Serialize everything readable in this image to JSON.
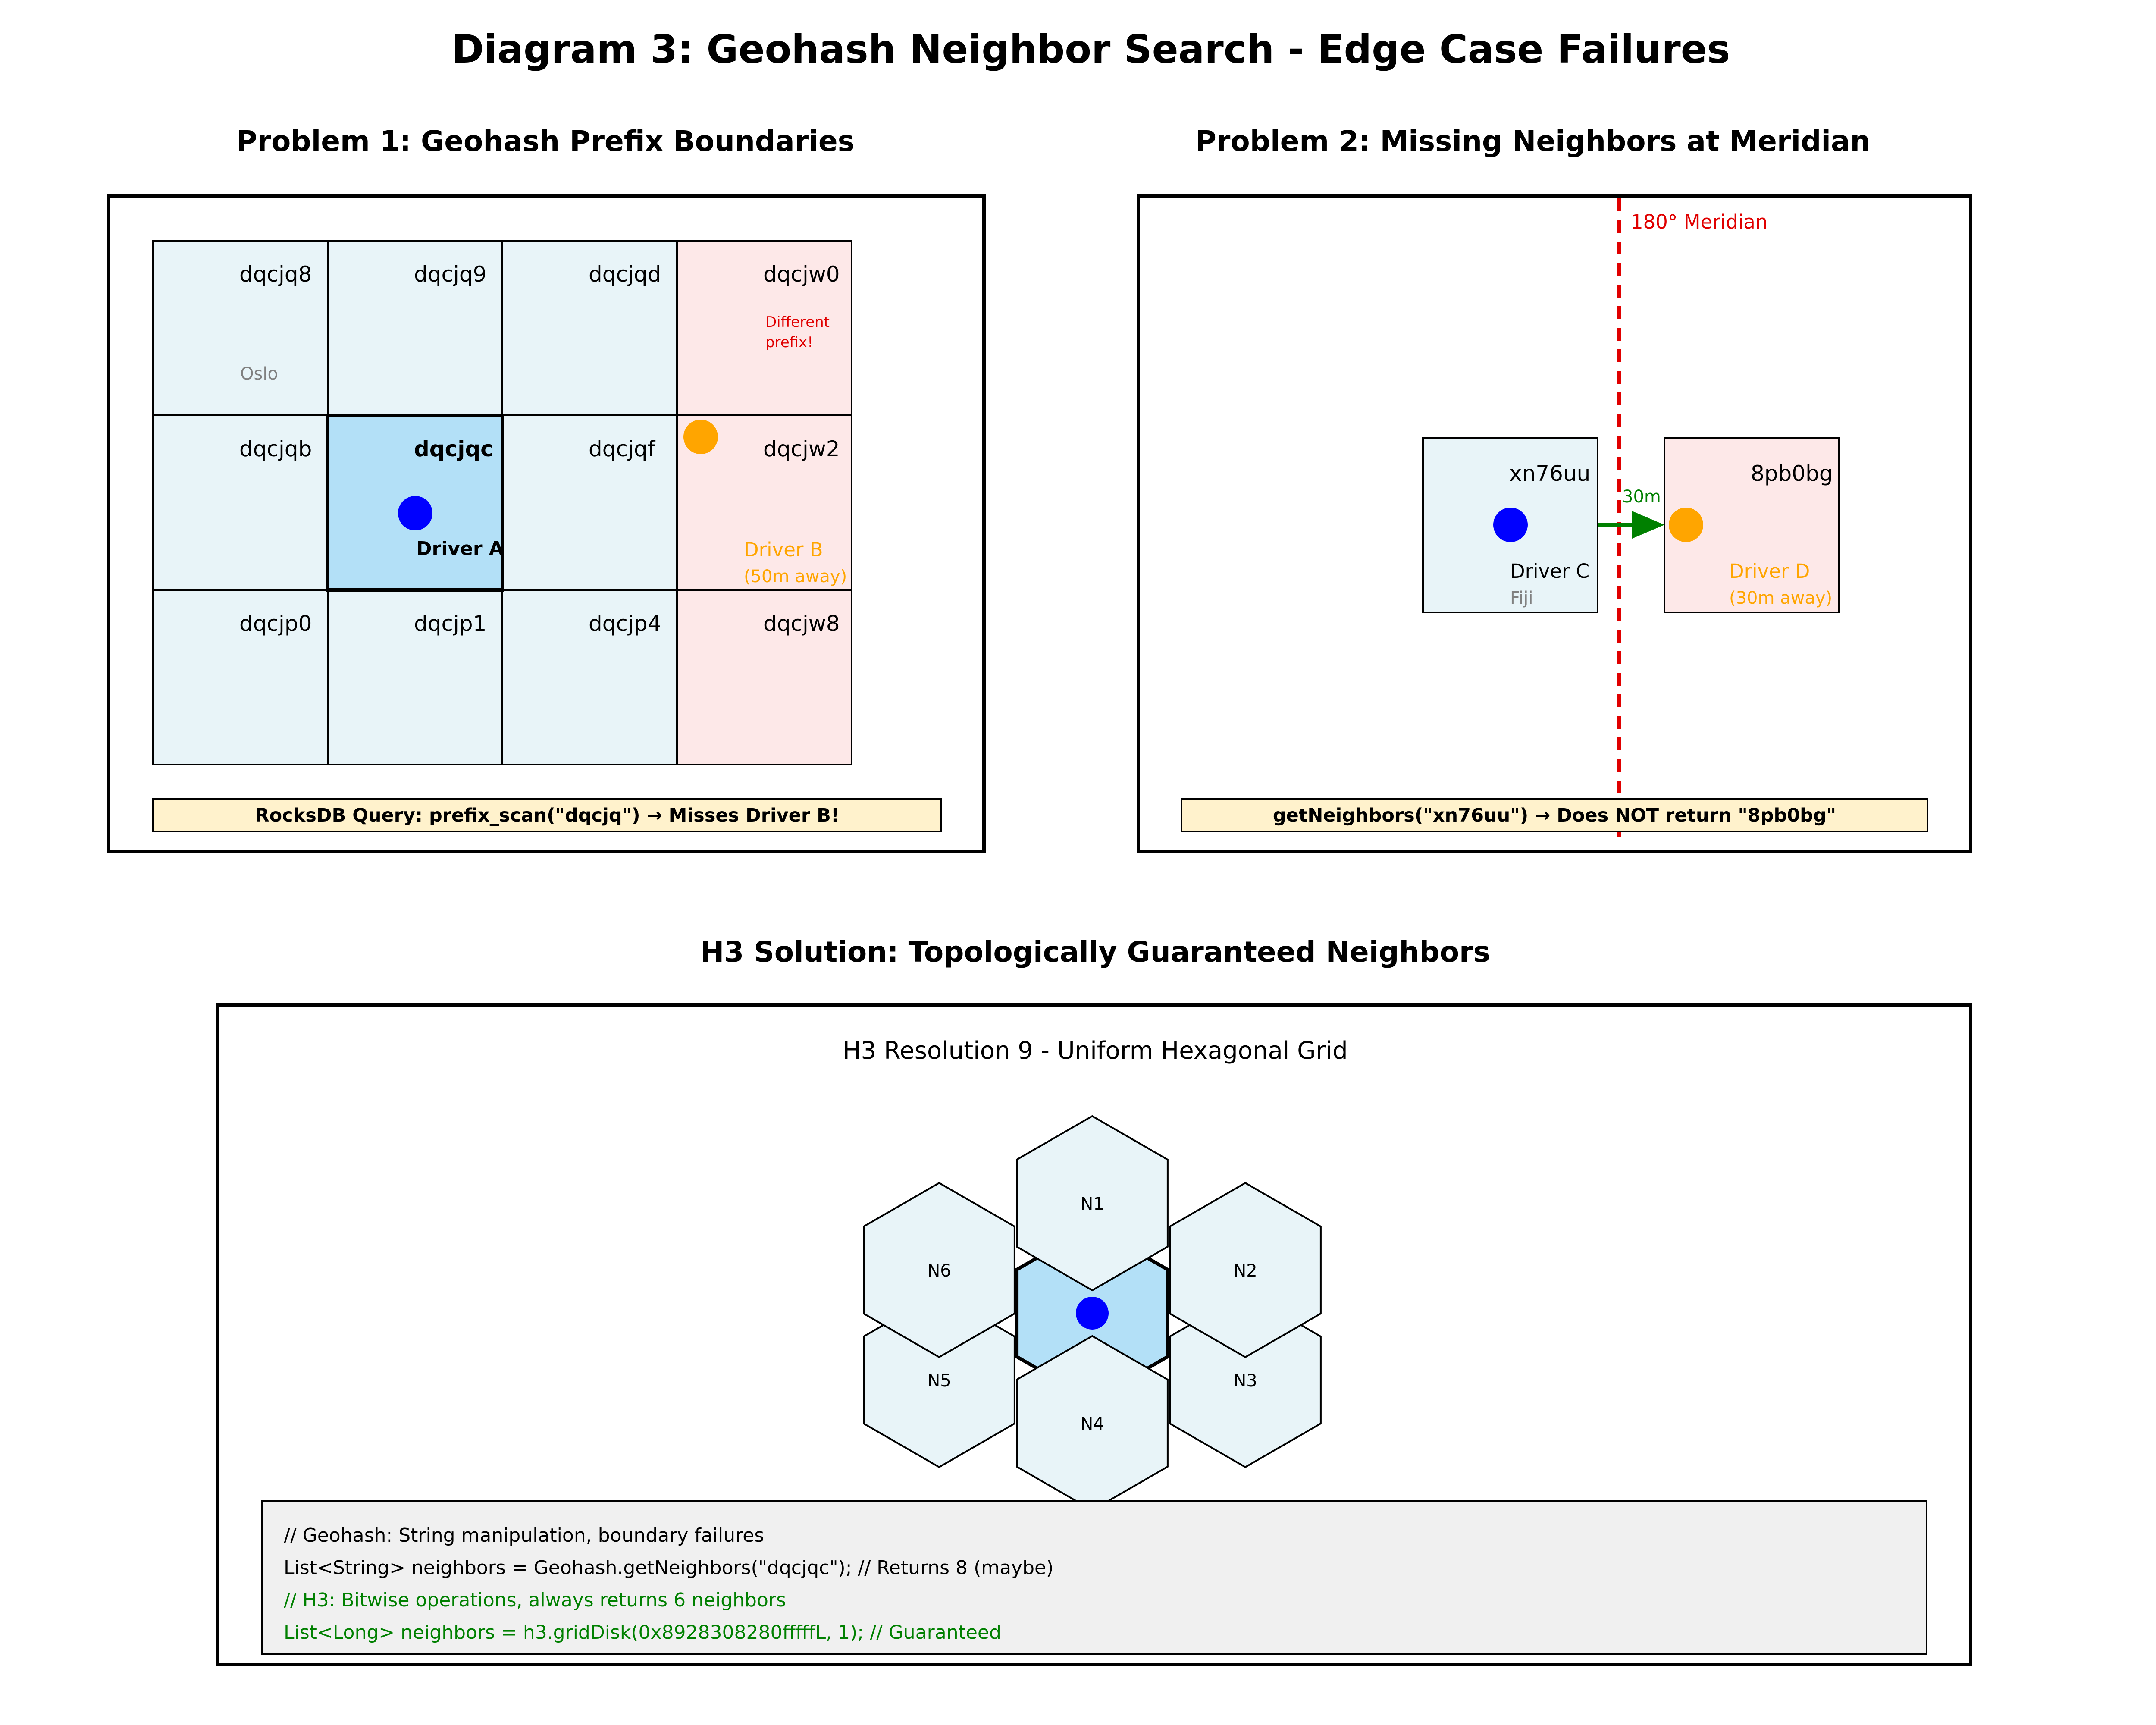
{
  "title": "Diagram 3: Geohash Neighbor Search - Edge Case Failures",
  "problem1": {
    "title": "Problem 1: Geohash Prefix Boundaries",
    "cells": [
      {
        "label": "dqcjq8",
        "kind": "normal"
      },
      {
        "label": "dqcjq9",
        "kind": "normal"
      },
      {
        "label": "dqcjqd",
        "kind": "normal"
      },
      {
        "label": "dqcjw0",
        "kind": "different"
      },
      {
        "label": "dqcjqb",
        "kind": "normal"
      },
      {
        "label": "dqcjqc",
        "kind": "center"
      },
      {
        "label": "dqcjqf",
        "kind": "normal"
      },
      {
        "label": "dqcjw2",
        "kind": "different"
      },
      {
        "label": "dqcjp0",
        "kind": "normal"
      },
      {
        "label": "dqcjp1",
        "kind": "normal"
      },
      {
        "label": "dqcjp4",
        "kind": "normal"
      },
      {
        "label": "dqcjw8",
        "kind": "different"
      }
    ],
    "city": "Oslo",
    "different_prefix_line1": "Different",
    "different_prefix_line2": "prefix!",
    "driver_a": "Driver A",
    "driver_b": "Driver B",
    "driver_b_distance": "(50m away)",
    "query_note": "RocksDB Query: prefix_scan(\"dqcjq\") → Misses Driver B!"
  },
  "problem2": {
    "title": "Problem 2: Missing Neighbors at Meridian",
    "meridian_label": "180° Meridian",
    "left_cell": "xn76uu",
    "right_cell": "8pb0bg",
    "driver_c": "Driver C",
    "city": "Fiji",
    "driver_d": "Driver D",
    "driver_d_distance": "(30m away)",
    "distance": "30m",
    "query_note": "getNeighbors(\"xn76uu\") → Does NOT return \"8pb0bg\""
  },
  "solution": {
    "title": "H3 Solution: Topologically Guaranteed Neighbors",
    "grid_label": "H3 Resolution 9 - Uniform Hexagonal Grid",
    "neighbors": [
      "N1",
      "N2",
      "N3",
      "N4",
      "N5",
      "N6"
    ],
    "code": [
      "// Geohash: String manipulation, boundary failures",
      "List<String> neighbors = Geohash.getNeighbors(\"dqcjqc\"); // Returns 8 (maybe)",
      "// H3: Bitwise operations, always returns 6 neighbors",
      "List<Long> neighbors = h3.gridDisk(0x8928308280fffffL, 1); // Guaranteed"
    ]
  },
  "colors": {
    "cell_normal": "#e8f4f8",
    "cell_center": "#b3e0f7",
    "cell_different": "#fde8e8",
    "note_bg": "#fff2cc",
    "code_bg": "#f0f0f0",
    "driver_blue": "#0000ff",
    "driver_orange": "#ffa500",
    "warning_red": "#e00000",
    "arrow_green": "#008000"
  }
}
